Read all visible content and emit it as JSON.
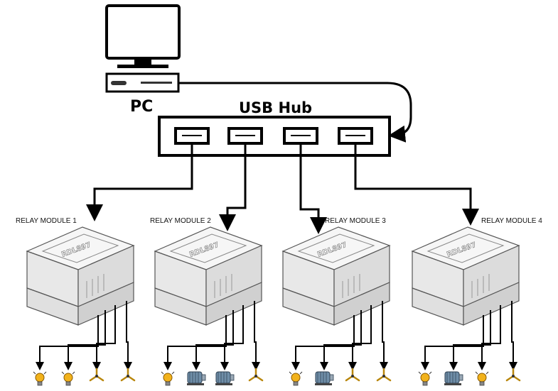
{
  "pc": {
    "label": "PC"
  },
  "hub": {
    "label": "USB Hub",
    "port_count": 4
  },
  "modules": [
    {
      "label": "RELAY MODULE 1",
      "brand": "RDL897",
      "loads": [
        "bulb-icon",
        "bulb-icon",
        "fan-icon",
        "fan-icon"
      ]
    },
    {
      "label": "RELAY MODULE 2",
      "brand": "RDL897",
      "loads": [
        "bulb-icon",
        "motor-icon",
        "motor-icon",
        "fan-icon"
      ]
    },
    {
      "label": "RELAY MODULE 3",
      "brand": "RDL897",
      "loads": [
        "bulb-icon",
        "motor-icon",
        "fan-icon",
        "fan-icon"
      ]
    },
    {
      "label": "RELAY MODULE 4",
      "brand": "RDL897",
      "loads": [
        "bulb-icon",
        "motor-icon",
        "bulb-icon",
        "fan-icon"
      ]
    }
  ],
  "colors": {
    "line": "#000000",
    "bulb": "#f2b21b",
    "motor": "#6f8ea8",
    "module": "#f2f2f2"
  }
}
